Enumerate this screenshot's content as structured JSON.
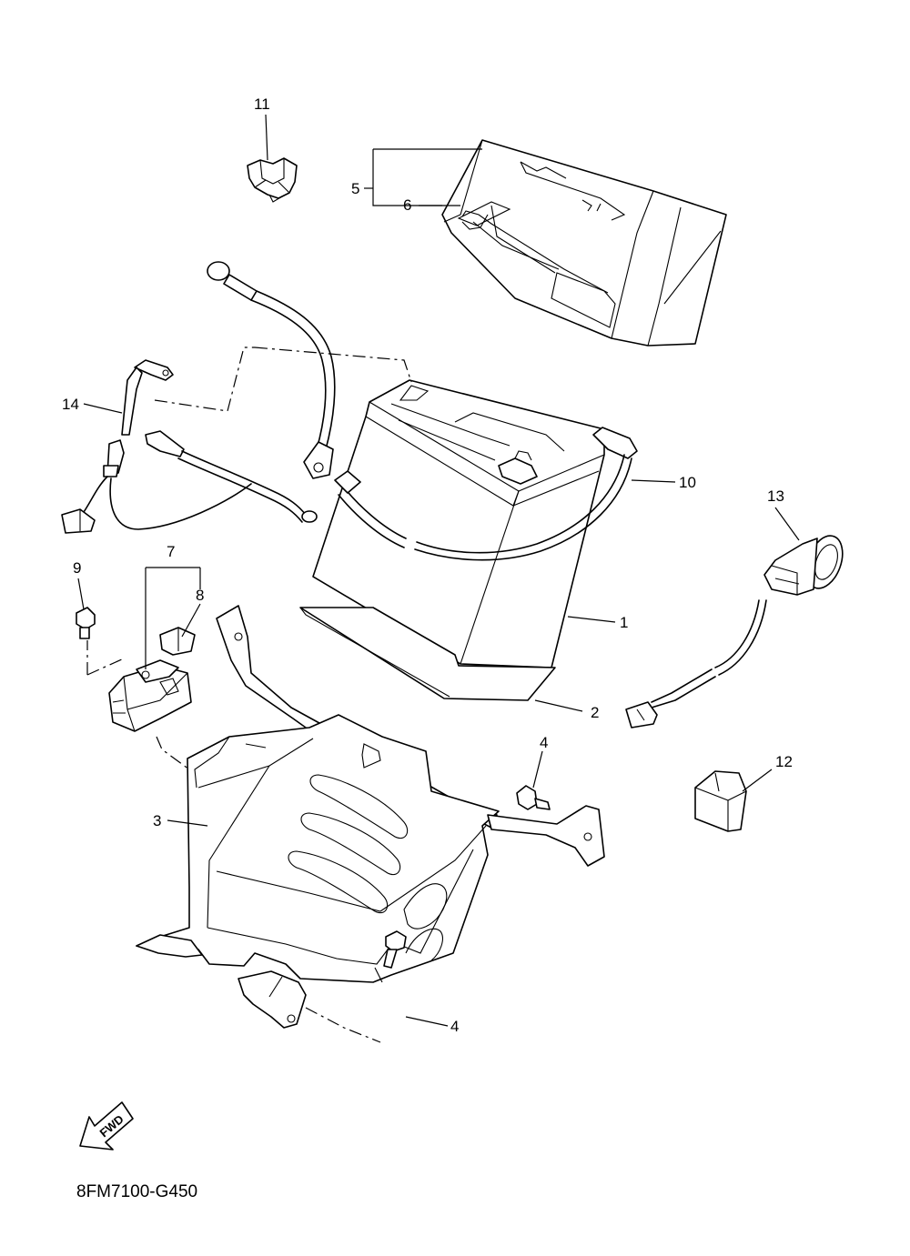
{
  "callouts": {
    "c1": "1",
    "c2": "2",
    "c3": "3",
    "c4a": "4",
    "c4b": "4",
    "c5": "5",
    "c6": "6",
    "c7": "7",
    "c8": "8",
    "c9": "9",
    "c10": "10",
    "c11": "11",
    "c12": "12",
    "c13": "13",
    "c14": "14"
  },
  "fwd_label": "FWD",
  "diagram_code": "8FM7100-G450"
}
